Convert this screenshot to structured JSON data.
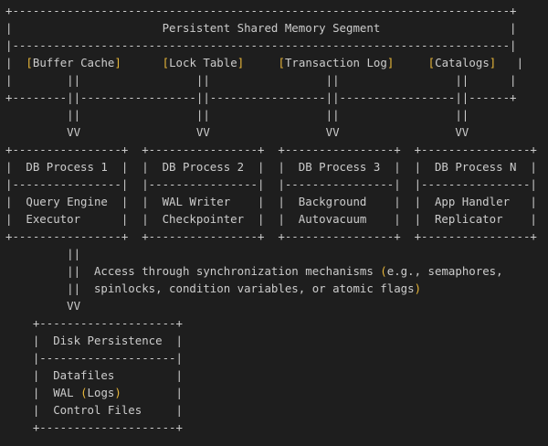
{
  "colors": {
    "background": "#1e1e1e",
    "text": "#cccccc",
    "bracket_highlight": "#e8b73a"
  },
  "diagram": {
    "lines": [
      [
        {
          "t": "+-------------------------------------------------------------------------+"
        }
      ],
      [
        {
          "t": "|                      Persistent Shared Memory Segment                   |"
        }
      ],
      [
        {
          "t": "|-------------------------------------------------------------------------|"
        }
      ],
      [
        {
          "t": "|  "
        },
        {
          "t": "[",
          "c": "y"
        },
        {
          "t": "Buffer Cache"
        },
        {
          "t": "]",
          "c": "y"
        },
        {
          "t": "      "
        },
        {
          "t": "[",
          "c": "y"
        },
        {
          "t": "Lock Table"
        },
        {
          "t": "]",
          "c": "y"
        },
        {
          "t": "     "
        },
        {
          "t": "[",
          "c": "y"
        },
        {
          "t": "Transaction Log"
        },
        {
          "t": "]",
          "c": "y"
        },
        {
          "t": "     "
        },
        {
          "t": "[",
          "c": "y"
        },
        {
          "t": "Catalogs"
        },
        {
          "t": "]",
          "c": "y"
        },
        {
          "t": "   |"
        }
      ],
      [
        {
          "t": "|        ||                 ||                 ||                 ||      |"
        }
      ],
      [
        {
          "t": "+--------||-----------------||-----------------||-----------------||------+"
        }
      ],
      [
        {
          "t": "         ||                 ||                 ||                 ||"
        }
      ],
      [
        {
          "t": "         VV                 VV                 VV                 VV"
        }
      ],
      [
        {
          "t": "+----------------+  +----------------+  +----------------+  +----------------+"
        }
      ],
      [
        {
          "t": "|  DB Process 1  |  |  DB Process 2  |  |  DB Process 3  |  |  DB Process N  |"
        }
      ],
      [
        {
          "t": "|----------------|  |----------------|  |----------------|  |----------------|"
        }
      ],
      [
        {
          "t": "|  Query Engine  |  |  WAL Writer    |  |  Background    |  |  App Handler   |"
        }
      ],
      [
        {
          "t": "|  Executor      |  |  Checkpointer  |  |  Autovacuum    |  |  Replicator    |"
        }
      ],
      [
        {
          "t": "+----------------+  +----------------+  +----------------+  +----------------+"
        }
      ],
      [
        {
          "t": "         ||"
        }
      ],
      [
        {
          "t": "         ||  Access through synchronization mechanisms "
        },
        {
          "t": "(",
          "c": "y"
        },
        {
          "t": "e.g., semaphores,"
        }
      ],
      [
        {
          "t": "         ||  spinlocks, condition variables, or atomic flags"
        },
        {
          "t": ")",
          "c": "y"
        }
      ],
      [
        {
          "t": "         VV"
        }
      ],
      [
        {
          "t": "    +--------------------+"
        }
      ],
      [
        {
          "t": "    |  Disk Persistence  |"
        }
      ],
      [
        {
          "t": "    |--------------------|"
        }
      ],
      [
        {
          "t": "    |  Datafiles         |"
        }
      ],
      [
        {
          "t": "    |  WAL "
        },
        {
          "t": "(",
          "c": "y"
        },
        {
          "t": "Logs"
        },
        {
          "t": ")",
          "c": "y"
        },
        {
          "t": "        |"
        }
      ],
      [
        {
          "t": "    |  Control Files     |"
        }
      ],
      [
        {
          "t": "    +--------------------+"
        }
      ]
    ]
  }
}
